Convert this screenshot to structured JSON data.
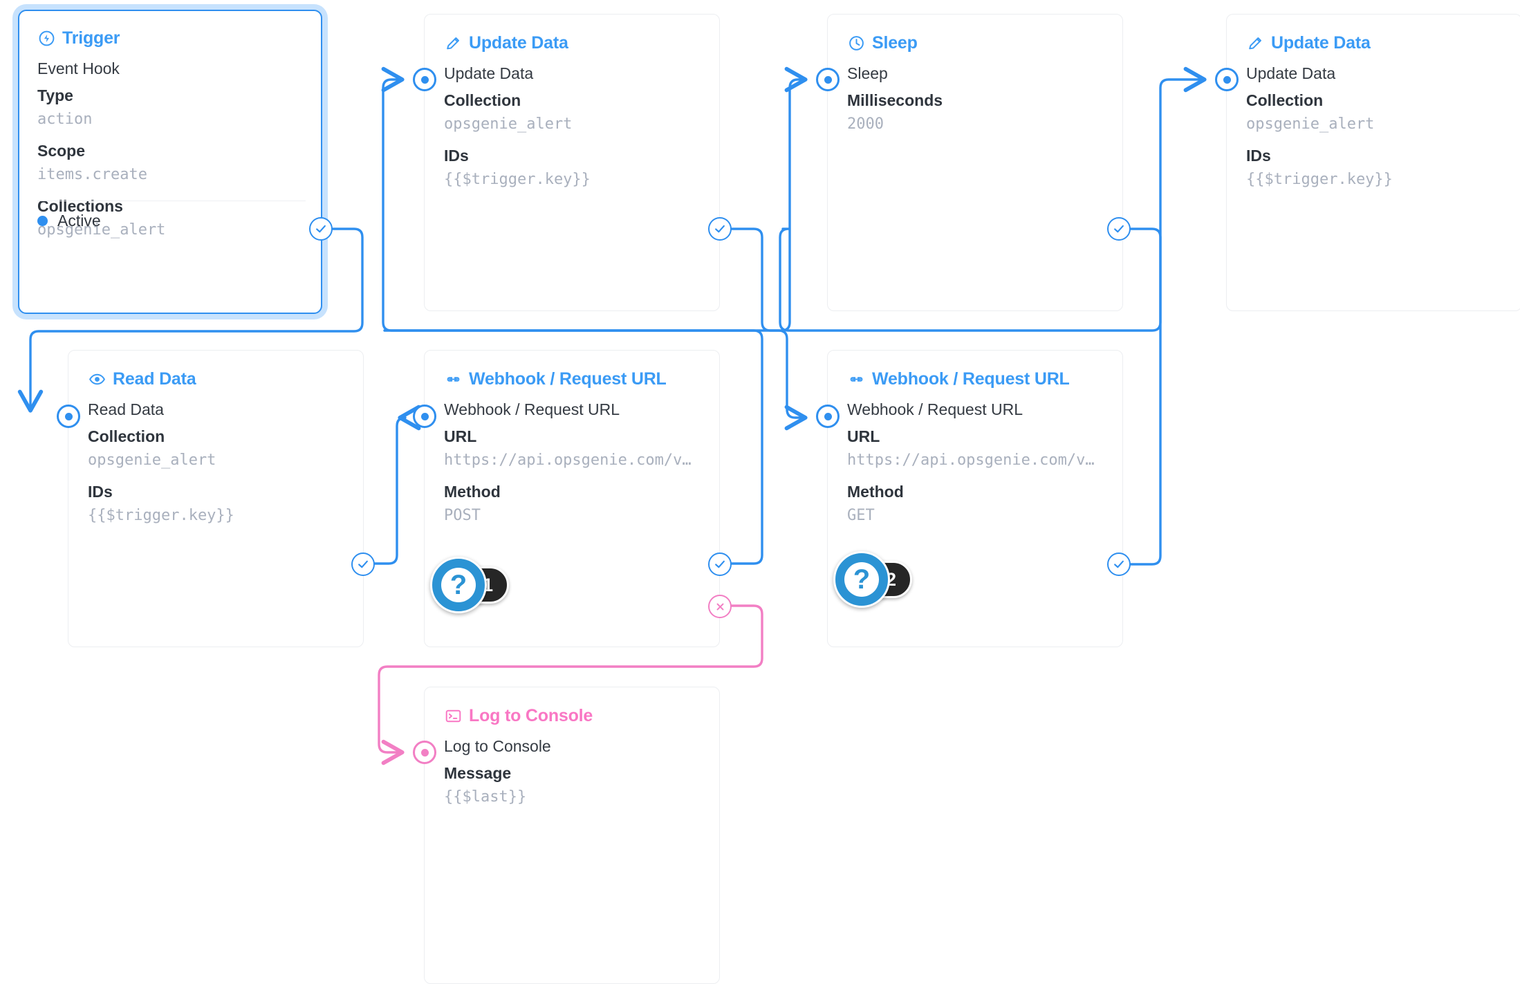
{
  "canvas": {
    "accent_blue": "#2f8fef",
    "accent_pink": "#f27fc4",
    "value_gray": "#a9b0bd",
    "label_dark": "#2f353d",
    "card_border": "#eceef1"
  },
  "nodes": {
    "trigger": {
      "header": "Trigger",
      "header_icon": "bolt-circle-icon",
      "row_title": "Event Hook",
      "fields": [
        {
          "label": "Type",
          "value": "action"
        },
        {
          "label": "Scope",
          "value": "items.create"
        },
        {
          "label": "Collections",
          "value": "opsgenie_alert"
        }
      ],
      "status": "Active"
    },
    "update_data_1": {
      "header": "Update Data",
      "header_icon": "pencil-icon",
      "row_title": "Update Data",
      "fields": [
        {
          "label": "Collection",
          "value": "opsgenie_alert"
        },
        {
          "label": "IDs",
          "value": "{{$trigger.key}}"
        }
      ]
    },
    "sleep": {
      "header": "Sleep",
      "header_icon": "clock-icon",
      "row_title": "Sleep",
      "fields": [
        {
          "label": "Milliseconds",
          "value": "2000"
        }
      ]
    },
    "update_data_2": {
      "header": "Update Data",
      "header_icon": "pencil-icon",
      "row_title": "Update Data",
      "fields": [
        {
          "label": "Collection",
          "value": "opsgenie_alert"
        },
        {
          "label": "IDs",
          "value": "{{$trigger.key}}"
        }
      ]
    },
    "read_data": {
      "header": "Read Data",
      "header_icon": "eye-icon",
      "row_title": "Read Data",
      "fields": [
        {
          "label": "Collection",
          "value": "opsgenie_alert"
        },
        {
          "label": "IDs",
          "value": "{{$trigger.key}}"
        }
      ]
    },
    "webhook_1": {
      "header": "Webhook / Request URL",
      "header_icon": "link-icon",
      "row_title": "Webhook / Request URL",
      "fields": [
        {
          "label": "URL",
          "value": "https://api.opsgenie.com/v…"
        },
        {
          "label": "Method",
          "value": "POST"
        }
      ],
      "help_badge": "1"
    },
    "webhook_2": {
      "header": "Webhook / Request URL",
      "header_icon": "link-icon",
      "row_title": "Webhook / Request URL",
      "fields": [
        {
          "label": "URL",
          "value": "https://api.opsgenie.com/v…"
        },
        {
          "label": "Method",
          "value": "GET"
        }
      ],
      "help_badge": "2"
    },
    "log_to_console": {
      "header": "Log to Console",
      "header_icon": "terminal-icon",
      "row_title": "Log to Console",
      "fields": [
        {
          "label": "Message",
          "value": "{{$last}}"
        }
      ]
    }
  }
}
